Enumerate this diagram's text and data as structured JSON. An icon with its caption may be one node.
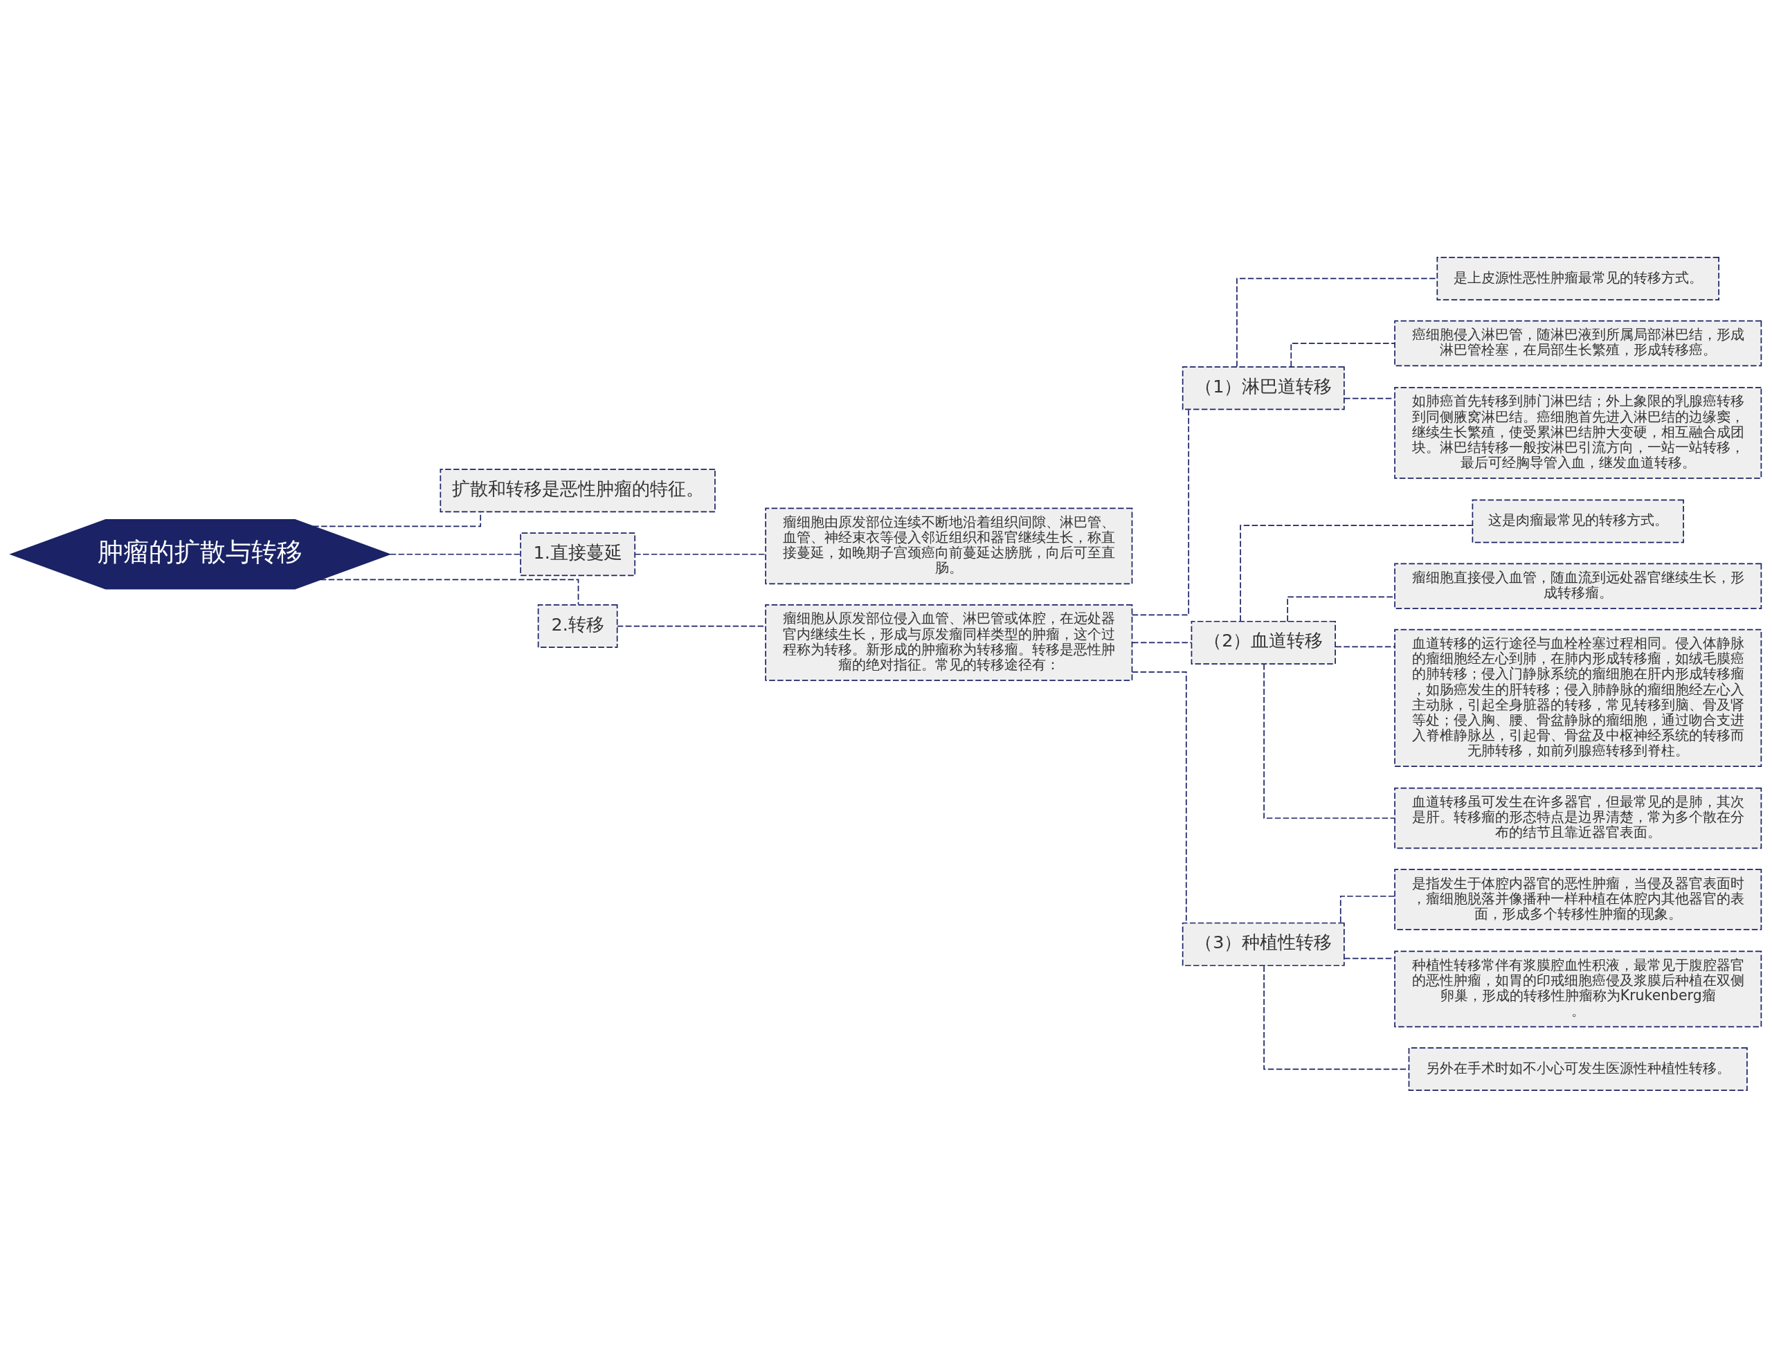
{
  "diagram": {
    "nodes": [
      {
        "text": [
          "肿瘤的扩散与转移"
        ]
      },
      {
        "text": [
          "扩散和转移是恶性肿瘤的特征。"
        ]
      },
      {
        "text": [
          "1.直接蔓延"
        ]
      },
      {
        "text": [
          "瘤细胞由原发部位连续不断地沿着组织间隙、淋巴管、血管、神经束衣等侵入邻近组织和器官继续生长，称直接蔓延，如晚期子宫颈癌向前蔓延达膀胱，向后可至直肠。"
        ]
      },
      {
        "text": [
          "2.转移"
        ]
      },
      {
        "text": [
          "瘤细胞从原发部位侵入血管、淋巴管或体腔，在远处器官内继续生长，形成与原发瘤同样类型的肿瘤，这个过程称为转移。新形成的肿瘤称为转移瘤。转移是恶性肿瘤的绝对指征。常见的转移途径有："
        ]
      },
      {
        "text": [
          "（1）淋巴道转移"
        ]
      },
      {
        "text": [
          "是上皮源性恶性肿瘤最常见的转移方式。"
        ]
      },
      {
        "text": [
          "癌细胞侵入淋巴管，随淋巴液到所属局部淋巴结，形成淋巴管栓塞，在局部生长繁殖，形成转移癌。"
        ]
      },
      {
        "text": [
          "如肺癌首先转移到肺门淋巴结；外上象限的乳腺癌转移到同侧腋窝淋巴结。癌细胞首先进入淋巴结的边缘窦，继续生长繁殖，使受累淋巴结肿大变硬，相互融合成团块。淋巴结转移一般按淋巴引流方向，一站一站转移，最后可经胸导管入血，继发血道转移。"
        ]
      },
      {
        "text": [
          "（2）血道转移"
        ]
      },
      {
        "text": [
          "这是肉瘤最常见的转移方式。"
        ]
      },
      {
        "text": [
          "瘤细胞直接侵入血管，随血流到远处器官继续生长，形成转移瘤。"
        ]
      },
      {
        "text": [
          "血道转移的运行途径与血栓栓塞过程相同。侵入体静脉的瘤细胞经左心到肺，在肺内形成转移瘤，如绒毛膜癌的肺转移；侵入门静脉系统的瘤细胞在肝内形成转移瘤，如肠癌发生的肝转移；侵入肺静脉的瘤细胞经左心入主动脉，引起全身脏器的转移，常见转移到脑、骨及肾等处；侵入胸、腰、骨盆静脉的瘤细胞，通过吻合支进入脊椎静脉丛，引起骨、骨盆及中枢神经系统的转移而无肺转移，如前列腺癌转移到脊柱。"
        ]
      },
      {
        "text": [
          "血道转移虽可发生在许多器官，但最常见的是肺，其次是肝。转移瘤的形态特点是边界清楚，常为多个散在分布的结节且靠近器官表面。"
        ]
      },
      {
        "text": [
          "（3）种植性转移"
        ]
      },
      {
        "text": [
          "是指发生于体腔内器官的恶性肿瘤，当侵及器官表面时，瘤细胞脱落并像播种一样种植在体腔内其他器官的表面，形成多个转移性肿瘤的现象。"
        ]
      },
      {
        "text": [
          "种植性转移常伴有浆膜腔血性积液，最常见于腹腔器官的恶性肿瘤，如胃的印戒细胞癌侵及浆膜后种植在双侧卵巢，形成的转移性肿瘤称为Krukenberg瘤。"
        ]
      },
      {
        "text": [
          "另外在手术时如不小心可发生医源性种植性转移。"
        ]
      }
    ],
    "edges": [
      {
        "from": 0,
        "to": 1,
        "arrow": "none"
      },
      {
        "from": 0,
        "to": 2,
        "arrow": "none"
      },
      {
        "from": 2,
        "to": 3,
        "arrow": "none"
      },
      {
        "from": 0,
        "to": 4,
        "arrow": "none"
      },
      {
        "from": 4,
        "to": 5,
        "arrow": "none"
      },
      {
        "from": 5,
        "to": 6,
        "arrow": "none"
      },
      {
        "from": 6,
        "to": 7,
        "arrow": "none"
      },
      {
        "from": 6,
        "to": 8,
        "arrow": "none"
      },
      {
        "from": 6,
        "to": 9,
        "arrow": "none"
      },
      {
        "from": 5,
        "to": 10,
        "arrow": "none"
      },
      {
        "from": 10,
        "to": 11,
        "arrow": "none"
      },
      {
        "from": 10,
        "to": 12,
        "arrow": "none"
      },
      {
        "from": 10,
        "to": 13,
        "arrow": "none"
      },
      {
        "from": 10,
        "to": 14,
        "arrow": "none"
      },
      {
        "from": 5,
        "to": 15,
        "arrow": "none"
      },
      {
        "from": 15,
        "to": 16,
        "arrow": "none"
      },
      {
        "from": 15,
        "to": 17,
        "arrow": "none"
      },
      {
        "from": 15,
        "to": 18,
        "arrow": "none"
      }
    ]
  }
}
